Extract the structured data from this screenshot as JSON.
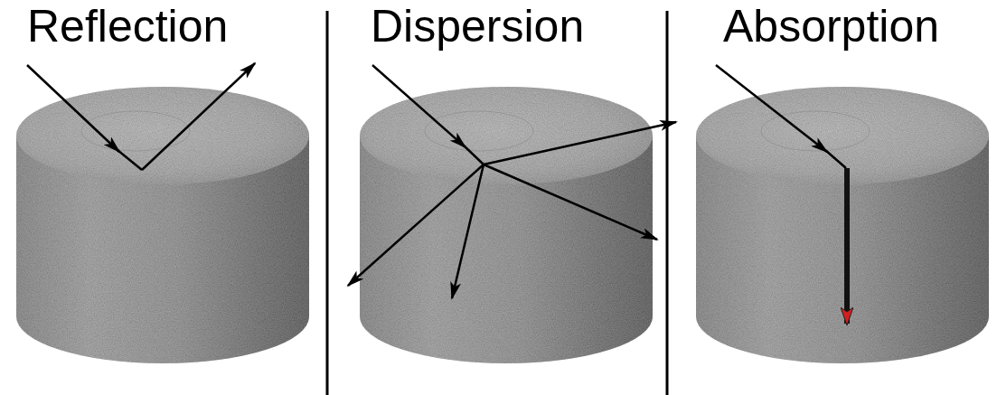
{
  "diagram": {
    "labels": [
      "Reflection",
      "Dispersion",
      "Absorption"
    ]
  }
}
